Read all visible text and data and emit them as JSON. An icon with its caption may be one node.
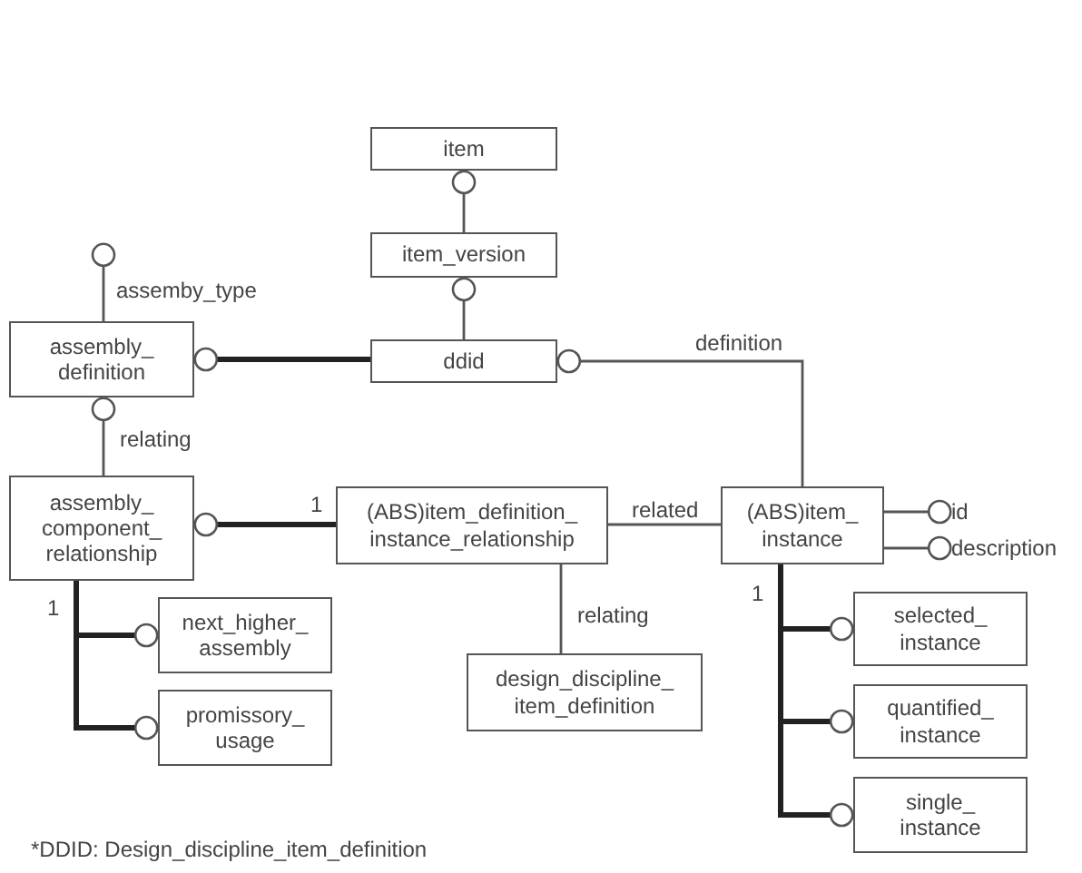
{
  "diagram": {
    "nodes": [
      {
        "text": [
          "item"
        ]
      },
      {
        "text": [
          "item_version"
        ]
      },
      {
        "text": [
          "assembly_ definition"
        ]
      },
      {
        "text": [
          "ddid"
        ]
      },
      {
        "text": [
          "assembly_ component_ relationship"
        ]
      },
      {
        "text": [
          "(ABS)item_definition_ instance_relationship"
        ]
      },
      {
        "text": [
          "(ABS)item_ instance"
        ]
      },
      {
        "text": [
          "id"
        ]
      },
      {
        "text": [
          "description"
        ]
      },
      {
        "text": [
          "selected_ instance"
        ]
      },
      {
        "text": [
          "next_higher_ assembly"
        ]
      },
      {
        "text": [
          "design_discipline_ item_definition"
        ]
      },
      {
        "text": [
          "quantified_ instance"
        ]
      },
      {
        "text": [
          "promissory_ usage"
        ]
      },
      {
        "text": [
          "single_ instance"
        ]
      }
    ],
    "edges": [
      {
        "from": 1,
        "to": 0,
        "arrow": "other"
      },
      {
        "from": 3,
        "to": 1,
        "arrow": "other"
      },
      {
        "from": 2,
        "to": null,
        "arrow": "other",
        "label": "assemby_type"
      },
      {
        "from": 3,
        "to": 2,
        "arrow": "other",
        "style": "thick"
      },
      {
        "from": 6,
        "to": 3,
        "arrow": "other",
        "label": "definition"
      },
      {
        "from": 4,
        "to": 2,
        "arrow": "other",
        "label": "relating"
      },
      {
        "from": 5,
        "to": 4,
        "arrow": "other",
        "style": "thick",
        "label": "1"
      },
      {
        "from": 5,
        "to": 6,
        "arrow": "none",
        "label": "related"
      },
      {
        "from": 6,
        "to": 7,
        "arrow": "other"
      },
      {
        "from": 6,
        "to": 8,
        "arrow": "other"
      },
      {
        "from": 4,
        "to": 10,
        "arrow": "other",
        "style": "thick",
        "label": "1"
      },
      {
        "from": 4,
        "to": 13,
        "arrow": "other",
        "style": "thick"
      },
      {
        "from": 5,
        "to": 11,
        "arrow": "none",
        "label": "relating"
      },
      {
        "from": 6,
        "to": 9,
        "arrow": "other",
        "style": "thick",
        "label": "1"
      },
      {
        "from": 6,
        "to": 12,
        "arrow": "other",
        "style": "thick"
      },
      {
        "from": 6,
        "to": 14,
        "arrow": "other",
        "style": "thick"
      }
    ],
    "labels": [
      "*DDID: Design_discipline_item_definition"
    ]
  }
}
